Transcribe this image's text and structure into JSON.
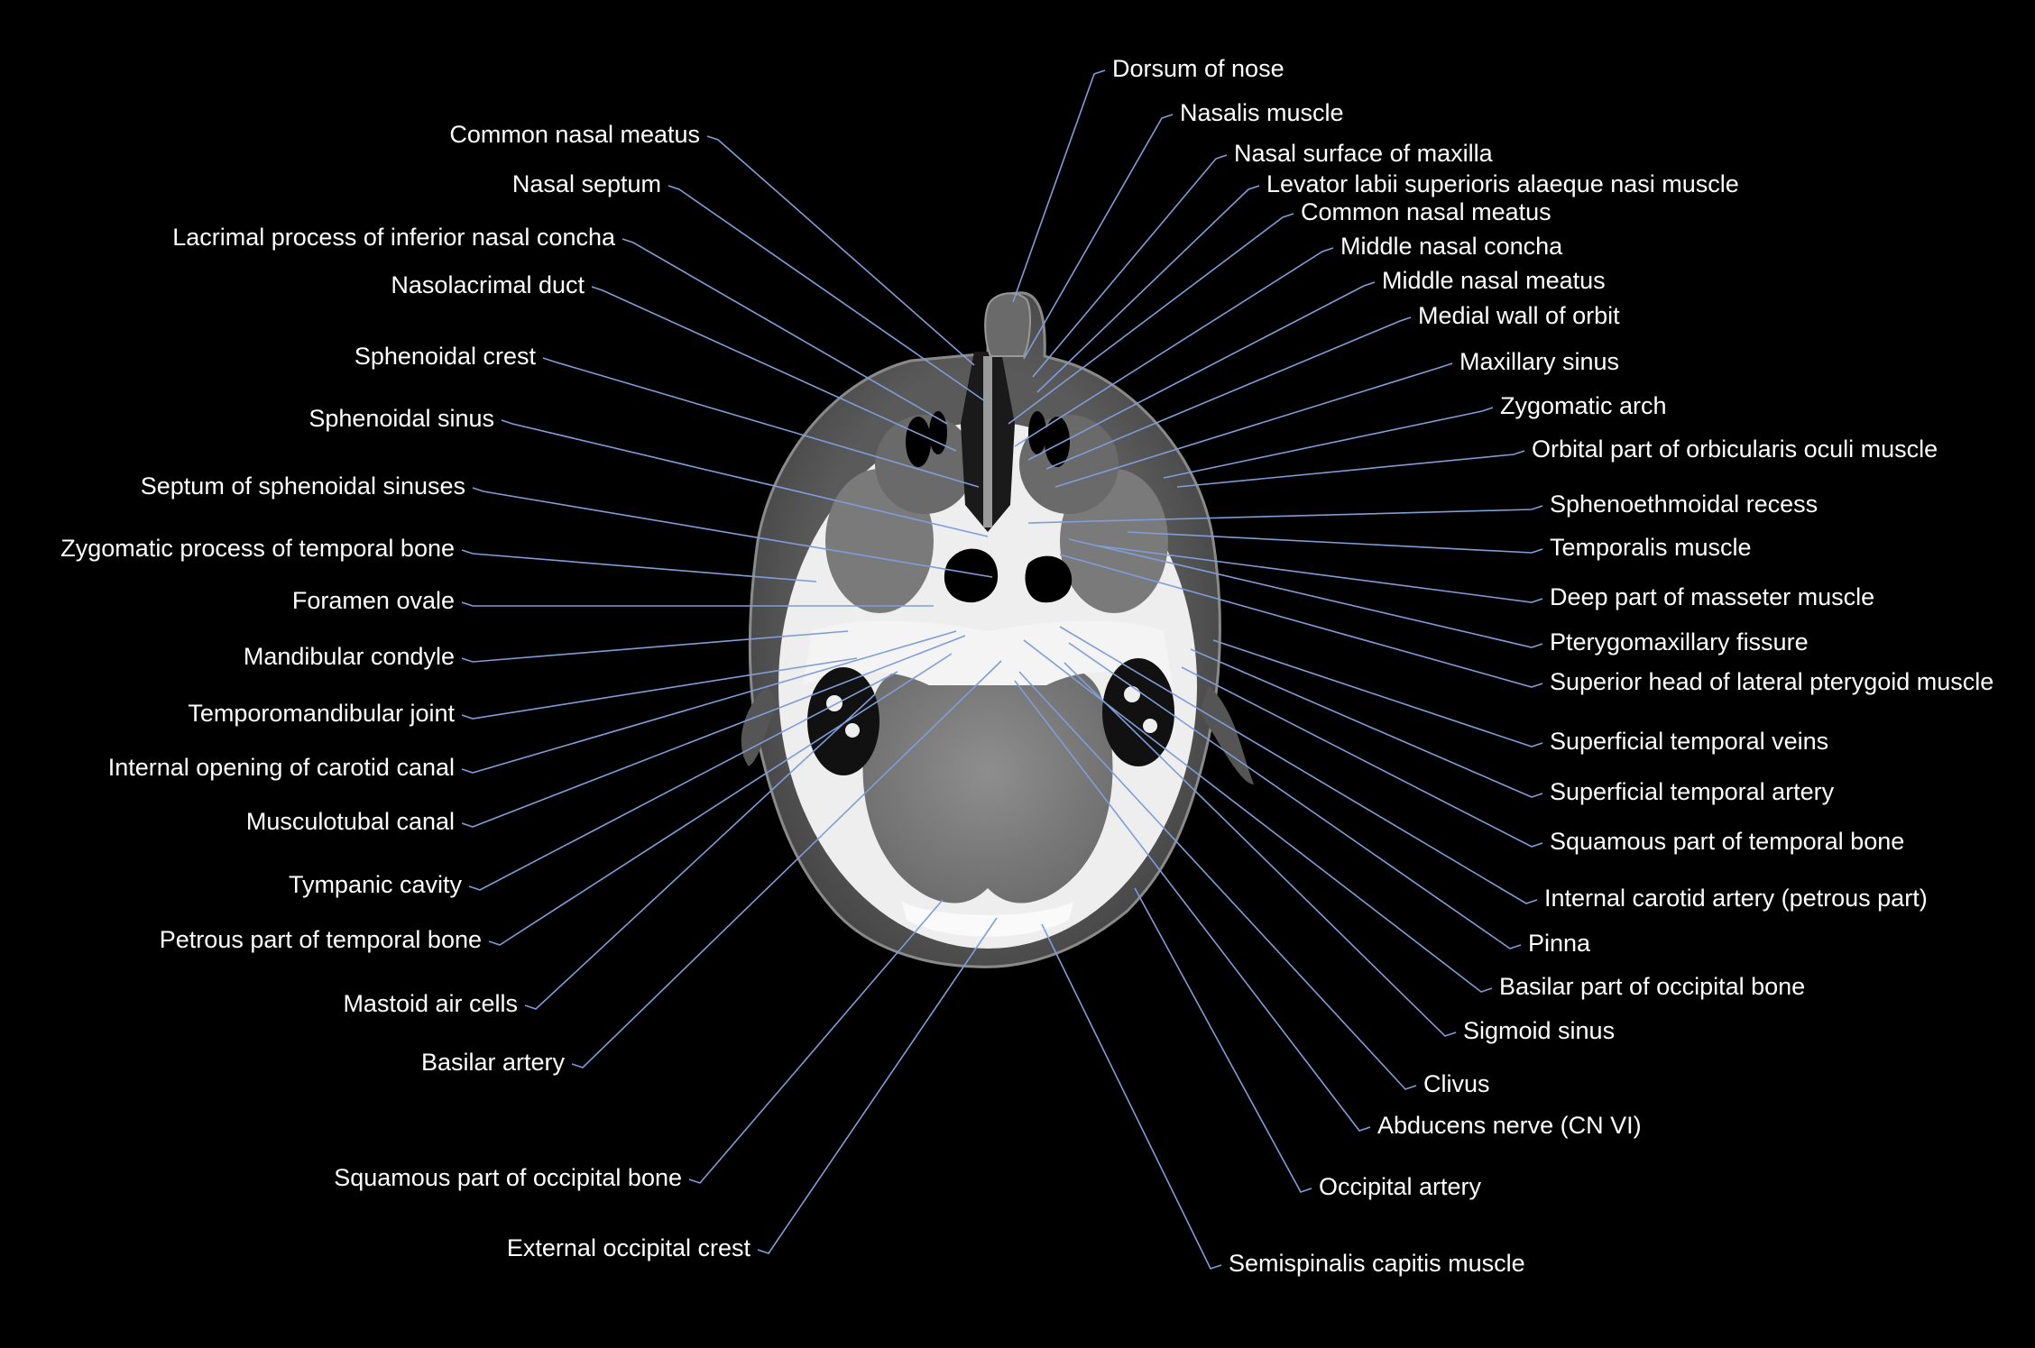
{
  "colors": {
    "background": "#000000",
    "label_text": "#ffffff",
    "leader_line": "#7f9ed8",
    "bone": "#f2f2f2",
    "soft_tissue": "#6e6e6e",
    "brain": "#8a8a8a",
    "air": "#000000"
  },
  "left_labels": [
    "Common nasal meatus",
    "Nasal septum",
    "Lacrimal process of inferior nasal concha",
    "Nasolacrimal duct",
    "Sphenoidal crest",
    "Sphenoidal sinus",
    "Septum of sphenoidal sinuses",
    "Zygomatic process of temporal bone",
    "Foramen ovale",
    "Mandibular condyle",
    "Temporomandibular joint",
    "Internal opening of carotid canal",
    "Musculotubal canal",
    "Tympanic cavity",
    "Petrous part of temporal bone",
    "Mastoid air cells",
    "Basilar artery",
    "Squamous part of occipital bone",
    "External occipital crest"
  ],
  "right_labels": [
    "Dorsum of nose",
    "Nasalis muscle",
    "Nasal surface of maxilla",
    "Levator labii superioris alaeque nasi muscle",
    "Common nasal meatus",
    "Middle nasal concha",
    "Middle nasal meatus",
    "Medial wall of orbit",
    "Maxillary sinus",
    "Zygomatic arch",
    "Orbital part of orbicularis oculi muscle",
    "Sphenoethmoidal recess",
    "Temporalis muscle",
    "Deep part of masseter muscle",
    "Pterygomaxillary fissure",
    "Superior head of lateral pterygoid muscle",
    "Superficial temporal veins",
    "Superficial temporal artery",
    "Squamous part of temporal bone",
    "Internal carotid artery (petrous part)",
    "Pinna",
    "Basilar part of occipital bone",
    "Sigmoid sinus",
    "Clivus",
    "Abducens nerve (CN VI)",
    "Occipital artery",
    "Semispinalis capitis muscle"
  ]
}
